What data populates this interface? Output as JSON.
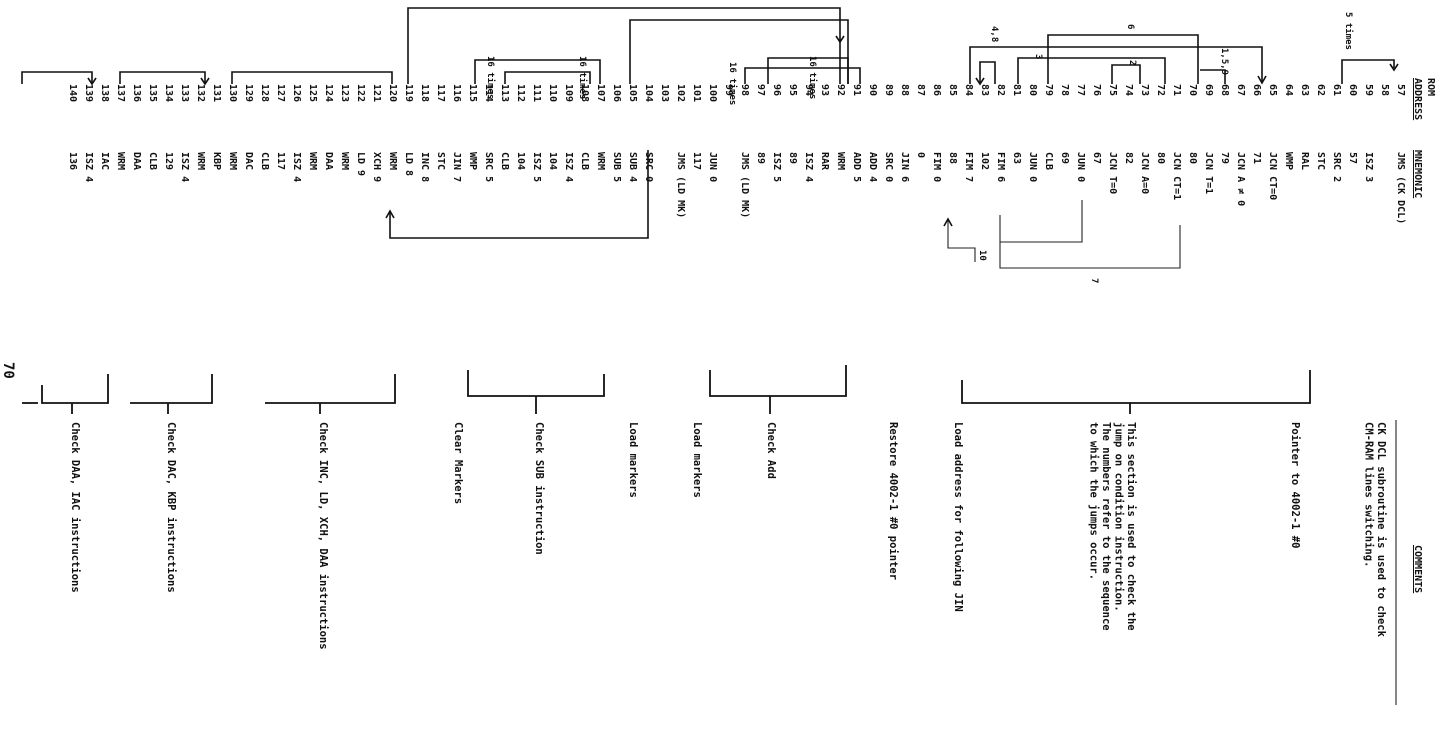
{
  "headers": {
    "rom_line1": "ROM",
    "rom_line2": "ADDRESS",
    "mnemonic": "MNEMONIC",
    "comments": "COMMENTS"
  },
  "rows": [
    {
      "addr": "57",
      "mnem": "JMS  (CK DCL)"
    },
    {
      "addr": "58",
      "mnem": ""
    },
    {
      "addr": "59",
      "mnem": "ISZ  3"
    },
    {
      "addr": "60",
      "mnem": "57"
    },
    {
      "addr": "61",
      "mnem": "SRC  2"
    },
    {
      "addr": "62",
      "mnem": "STC"
    },
    {
      "addr": "63",
      "mnem": "RAL"
    },
    {
      "addr": "64",
      "mnem": "WMP"
    },
    {
      "addr": "65",
      "mnem": "JCN  CT=0"
    },
    {
      "addr": "66",
      "mnem": "71"
    },
    {
      "addr": "67",
      "mnem": "JCN  A ≠ 0"
    },
    {
      "addr": "68",
      "mnem": "79"
    },
    {
      "addr": "69",
      "mnem": "JCN  T=1"
    },
    {
      "addr": "70",
      "mnem": "80"
    },
    {
      "addr": "71",
      "mnem": "JCN  CT=1"
    },
    {
      "addr": "72",
      "mnem": "80"
    },
    {
      "addr": "73",
      "mnem": "JCN  A=0"
    },
    {
      "addr": "74",
      "mnem": "82"
    },
    {
      "addr": "75",
      "mnem": "JCN  T=0"
    },
    {
      "addr": "76",
      "mnem": "67"
    },
    {
      "addr": "77",
      "mnem": "JUN  0"
    },
    {
      "addr": "78",
      "mnem": "69"
    },
    {
      "addr": "79",
      "mnem": "CLB"
    },
    {
      "addr": "80",
      "mnem": "JUN  0"
    },
    {
      "addr": "81",
      "mnem": "63"
    },
    {
      "addr": "82",
      "mnem": "FIM  6"
    },
    {
      "addr": "83",
      "mnem": "102"
    },
    {
      "addr": "84",
      "mnem": "FIM  7"
    },
    {
      "addr": "85",
      "mnem": "88"
    },
    {
      "addr": "86",
      "mnem": "FIM  0"
    },
    {
      "addr": "87",
      "mnem": "0"
    },
    {
      "addr": "88",
      "mnem": "JIN  6"
    },
    {
      "addr": "89",
      "mnem": "SRC  0"
    },
    {
      "addr": "90",
      "mnem": "ADD  4"
    },
    {
      "addr": "91",
      "mnem": "ADD  5"
    },
    {
      "addr": "92",
      "mnem": "WRM"
    },
    {
      "addr": "93",
      "mnem": "RAR"
    },
    {
      "addr": "94",
      "mnem": "ISZ  4"
    },
    {
      "addr": "95",
      "mnem": "89"
    },
    {
      "addr": "96",
      "mnem": "ISZ  5"
    },
    {
      "addr": "97",
      "mnem": "89"
    },
    {
      "addr": "98",
      "mnem": "JMS  (LD MK)"
    },
    {
      "addr": "99",
      "mnem": ""
    },
    {
      "addr": "100",
      "mnem": "JUN  0"
    },
    {
      "addr": "101",
      "mnem": "117"
    },
    {
      "addr": "102",
      "mnem": "JMS  (LD MK)"
    },
    {
      "addr": "103",
      "mnem": ""
    },
    {
      "addr": "104",
      "mnem": "SRC  0"
    },
    {
      "addr": "105",
      "mnem": "SUB  4"
    },
    {
      "addr": "106",
      "mnem": "SUB  5"
    },
    {
      "addr": "107",
      "mnem": "WRM"
    },
    {
      "addr": "108",
      "mnem": "CLB"
    },
    {
      "addr": "109",
      "mnem": "ISZ  4"
    },
    {
      "addr": "110",
      "mnem": "104"
    },
    {
      "addr": "111",
      "mnem": "ISZ  5"
    },
    {
      "addr": "112",
      "mnem": "104"
    },
    {
      "addr": "113",
      "mnem": "CLB"
    },
    {
      "addr": "114",
      "mnem": "SRC  5"
    },
    {
      "addr": "115",
      "mnem": "WMP"
    },
    {
      "addr": "116",
      "mnem": "JIN  7"
    },
    {
      "addr": "117",
      "mnem": "STC"
    },
    {
      "addr": "118",
      "mnem": "INC  8"
    },
    {
      "addr": "119",
      "mnem": "LD   8"
    },
    {
      "addr": "120",
      "mnem": "WRM"
    },
    {
      "addr": "121",
      "mnem": "XCH  9"
    },
    {
      "addr": "122",
      "mnem": "LD   9"
    },
    {
      "addr": "123",
      "mnem": "WRM"
    },
    {
      "addr": "124",
      "mnem": "DAA"
    },
    {
      "addr": "125",
      "mnem": "WRM"
    },
    {
      "addr": "126",
      "mnem": "ISZ  4"
    },
    {
      "addr": "127",
      "mnem": "117"
    },
    {
      "addr": "128",
      "mnem": "CLB"
    },
    {
      "addr": "129",
      "mnem": "DAC"
    },
    {
      "addr": "130",
      "mnem": "WRM"
    },
    {
      "addr": "131",
      "mnem": "KBP"
    },
    {
      "addr": "132",
      "mnem": "WRM"
    },
    {
      "addr": "133",
      "mnem": "ISZ  4"
    },
    {
      "addr": "134",
      "mnem": "129"
    },
    {
      "addr": "135",
      "mnem": "CLB"
    },
    {
      "addr": "136",
      "mnem": "DAA"
    },
    {
      "addr": "137",
      "mnem": "WRM"
    },
    {
      "addr": "138",
      "mnem": "IAC"
    },
    {
      "addr": "139",
      "mnem": "ISZ  4"
    },
    {
      "addr": "140",
      "mnem": "136"
    }
  ],
  "comments": [
    {
      "lines": [
        "CK DCL subroutine is used to check",
        "CM-RAM lines switching."
      ]
    },
    {
      "lines": [
        "Pointer to 4002-1 #0"
      ]
    },
    {
      "lines": [
        "This section is used to check the",
        "jump on condition instruction.",
        "The numbers refer to the sequence",
        "to which the jumps occur."
      ]
    },
    {
      "lines": [
        "Load address for following JIN"
      ]
    },
    {
      "lines": [
        "Restore 4002-1 #0 pointer"
      ]
    },
    {
      "lines": [
        "Check Add"
      ]
    },
    {
      "lines": [
        "Load markers"
      ]
    },
    {
      "lines": [
        "Load markers"
      ]
    },
    {
      "lines": [
        "Check SUB instruction"
      ]
    },
    {
      "lines": [
        "Clear Markers"
      ]
    },
    {
      "lines": [
        "Check INC, LD, XCH, DAA instructions"
      ]
    },
    {
      "lines": [
        "Check DAC, KBP instructions"
      ]
    },
    {
      "lines": [
        "Check DAA, IAC instructions"
      ]
    }
  ],
  "annotations": {
    "five_times": "5 times",
    "sixteen_times_a": "16 times",
    "sixteen_times_b": "16 times",
    "sixteen_times_c": "16 times",
    "sixteen_times_d": "16 times",
    "seq_1_5_9": "1,5,9",
    "seq_4_8": "4,8",
    "seq_2": "2",
    "seq_3": "3",
    "seq_6": "6",
    "seq_7": "7",
    "seq_10": "10"
  },
  "page_number": "70"
}
